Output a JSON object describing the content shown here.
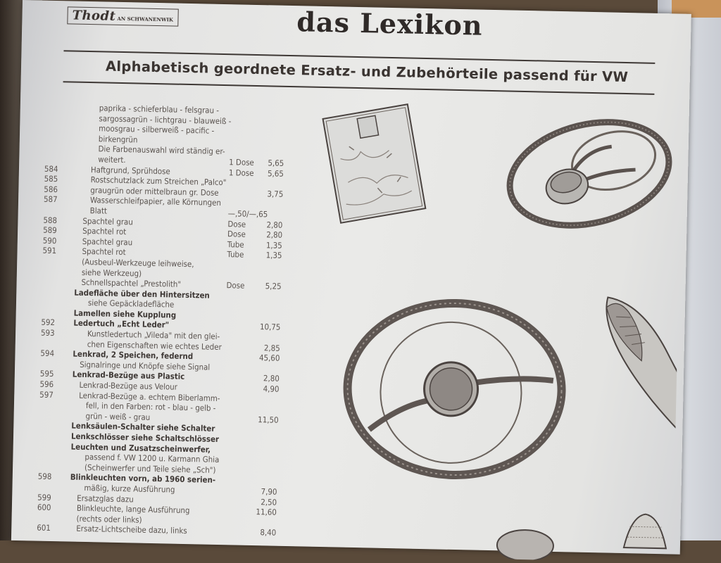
{
  "header": {
    "logo_main": "Thodt",
    "logo_small": "AN SCHWANENWIK",
    "title": "das Lexikon",
    "subtitle": "Alphabetisch geordnete Ersatz- und Zubehörteile passend für VW"
  },
  "entries": [
    {
      "num": "",
      "text": "paprika - schieferblau - felsgrau -",
      "unit": "",
      "price": "",
      "style": "indent"
    },
    {
      "num": "",
      "text": "sargossagrün - lichtgrau - blauweiß -",
      "unit": "",
      "price": "",
      "style": "indent"
    },
    {
      "num": "",
      "text": "moosgrau - silberweiß - pacific -",
      "unit": "",
      "price": "",
      "style": "indent"
    },
    {
      "num": "",
      "text": "birkengrün",
      "unit": "",
      "price": "",
      "style": "indent"
    },
    {
      "num": "",
      "text": "Die Farbenauswahl wird ständig er-",
      "unit": "",
      "price": "",
      "style": "indent"
    },
    {
      "num": "",
      "text": "weitert.",
      "unit": "1 Dose",
      "price": "5,65",
      "style": "indent"
    },
    {
      "num": "584",
      "text": "Haftgrund, Sprühdose",
      "unit": "1 Dose",
      "price": "5,65",
      "style": "sub"
    },
    {
      "num": "585",
      "text": "Rostschutzlack zum Streichen „Palco\"",
      "unit": "",
      "price": "",
      "style": "sub"
    },
    {
      "num": "586",
      "text": "graugrün oder mittelbraun   gr. Dose",
      "unit": "",
      "price": "3,75",
      "style": "sub"
    },
    {
      "num": "587",
      "text": "Wasserschleifpapier, alle Körnungen",
      "unit": "",
      "price": "",
      "style": "sub"
    },
    {
      "num": "",
      "text": "Blatt",
      "unit": "—,50/—,65",
      "price": "",
      "style": "sub"
    },
    {
      "num": "588",
      "text": "Spachtel grau",
      "unit": "Dose",
      "price": "2,80",
      "style": "normal"
    },
    {
      "num": "589",
      "text": "Spachtel rot",
      "unit": "Dose",
      "price": "2,80",
      "style": "normal"
    },
    {
      "num": "590",
      "text": "Spachtel grau",
      "unit": "Tube",
      "price": "1,35",
      "style": "normal"
    },
    {
      "num": "591",
      "text": "Spachtel rot",
      "unit": "Tube",
      "price": "1,35",
      "style": "normal"
    },
    {
      "num": "",
      "text": "(Ausbeul-Werkzeuge leihweise,",
      "unit": "",
      "price": "",
      "style": "normal"
    },
    {
      "num": "",
      "text": "siehe Werkzeug)",
      "unit": "",
      "price": "",
      "style": "normal"
    },
    {
      "num": "",
      "text": "Schnellspachtel „Prestolith\"",
      "unit": "Dose",
      "price": "5,25",
      "style": "normal"
    },
    {
      "num": "",
      "text": "Ladefläche über den Hintersitzen",
      "unit": "",
      "price": "",
      "style": "h"
    },
    {
      "num": "",
      "text": "siehe Gepäckladefläche",
      "unit": "",
      "price": "",
      "style": "sub"
    },
    {
      "num": "",
      "text": "Lamellen siehe Kupplung",
      "unit": "",
      "price": "",
      "style": "h"
    },
    {
      "num": "592",
      "text": "Ledertuch „Echt Leder\"",
      "unit": "",
      "price": "10,75",
      "style": "h"
    },
    {
      "num": "593",
      "text": "Kunstledertuch „Vileda\" mit den glei-",
      "unit": "",
      "price": "",
      "style": "sub"
    },
    {
      "num": "",
      "text": "chen Eigenschaften wie echtes Leder",
      "unit": "",
      "price": "2,85",
      "style": "sub"
    },
    {
      "num": "594",
      "text": "Lenkrad, 2 Speichen, federnd",
      "unit": "",
      "price": "45,60",
      "style": "h"
    },
    {
      "num": "",
      "text": "Signalringe und Knöpfe siehe Signal",
      "unit": "",
      "price": "",
      "style": "hsub"
    },
    {
      "num": "595",
      "text": "Lenkrad-Bezüge aus Plastic",
      "unit": "",
      "price": "2,80",
      "style": "h"
    },
    {
      "num": "596",
      "text": "Lenkrad-Bezüge aus Velour",
      "unit": "",
      "price": "4,90",
      "style": "normal"
    },
    {
      "num": "597",
      "text": "Lenkrad-Bezüge a. echtem Biberlamm-",
      "unit": "",
      "price": "",
      "style": "normal"
    },
    {
      "num": "",
      "text": "fell, in den Farben: rot - blau - gelb -",
      "unit": "",
      "price": "",
      "style": "sub"
    },
    {
      "num": "",
      "text": "grün - weiß - grau",
      "unit": "",
      "price": "11,50",
      "style": "sub"
    },
    {
      "num": "",
      "text": "Lenksäulen-Schalter siehe Schalter",
      "unit": "",
      "price": "",
      "style": "h"
    },
    {
      "num": "",
      "text": "Lenkschlösser siehe Schaltschlösser",
      "unit": "",
      "price": "",
      "style": "h"
    },
    {
      "num": "",
      "text": "Leuchten und Zusatzscheinwerfer,",
      "unit": "",
      "price": "",
      "style": "h"
    },
    {
      "num": "",
      "text": "passend f. VW 1200 u. Karmann Ghia",
      "unit": "",
      "price": "",
      "style": "sub"
    },
    {
      "num": "",
      "text": "(Scheinwerfer und Teile siehe „Sch\")",
      "unit": "",
      "price": "",
      "style": "sub"
    },
    {
      "num": "598",
      "text": "Blinkleuchten vorn, ab 1960 serien-",
      "unit": "",
      "price": "",
      "style": "h"
    },
    {
      "num": "",
      "text": "mäßig, kurze Ausführung",
      "unit": "",
      "price": "7,90",
      "style": "sub"
    },
    {
      "num": "599",
      "text": "Ersatzglas dazu",
      "unit": "",
      "price": "2,50",
      "style": "normal"
    },
    {
      "num": "600",
      "text": "Blinkleuchte, lange Ausführung",
      "unit": "",
      "price": "11,60",
      "style": "normal"
    },
    {
      "num": "",
      "text": "(rechts oder links)",
      "unit": "",
      "price": "",
      "style": "normal"
    },
    {
      "num": "601",
      "text": "Ersatz-Lichtscheibe dazu, links",
      "unit": "",
      "price": "8,40",
      "style": "normal"
    }
  ]
}
